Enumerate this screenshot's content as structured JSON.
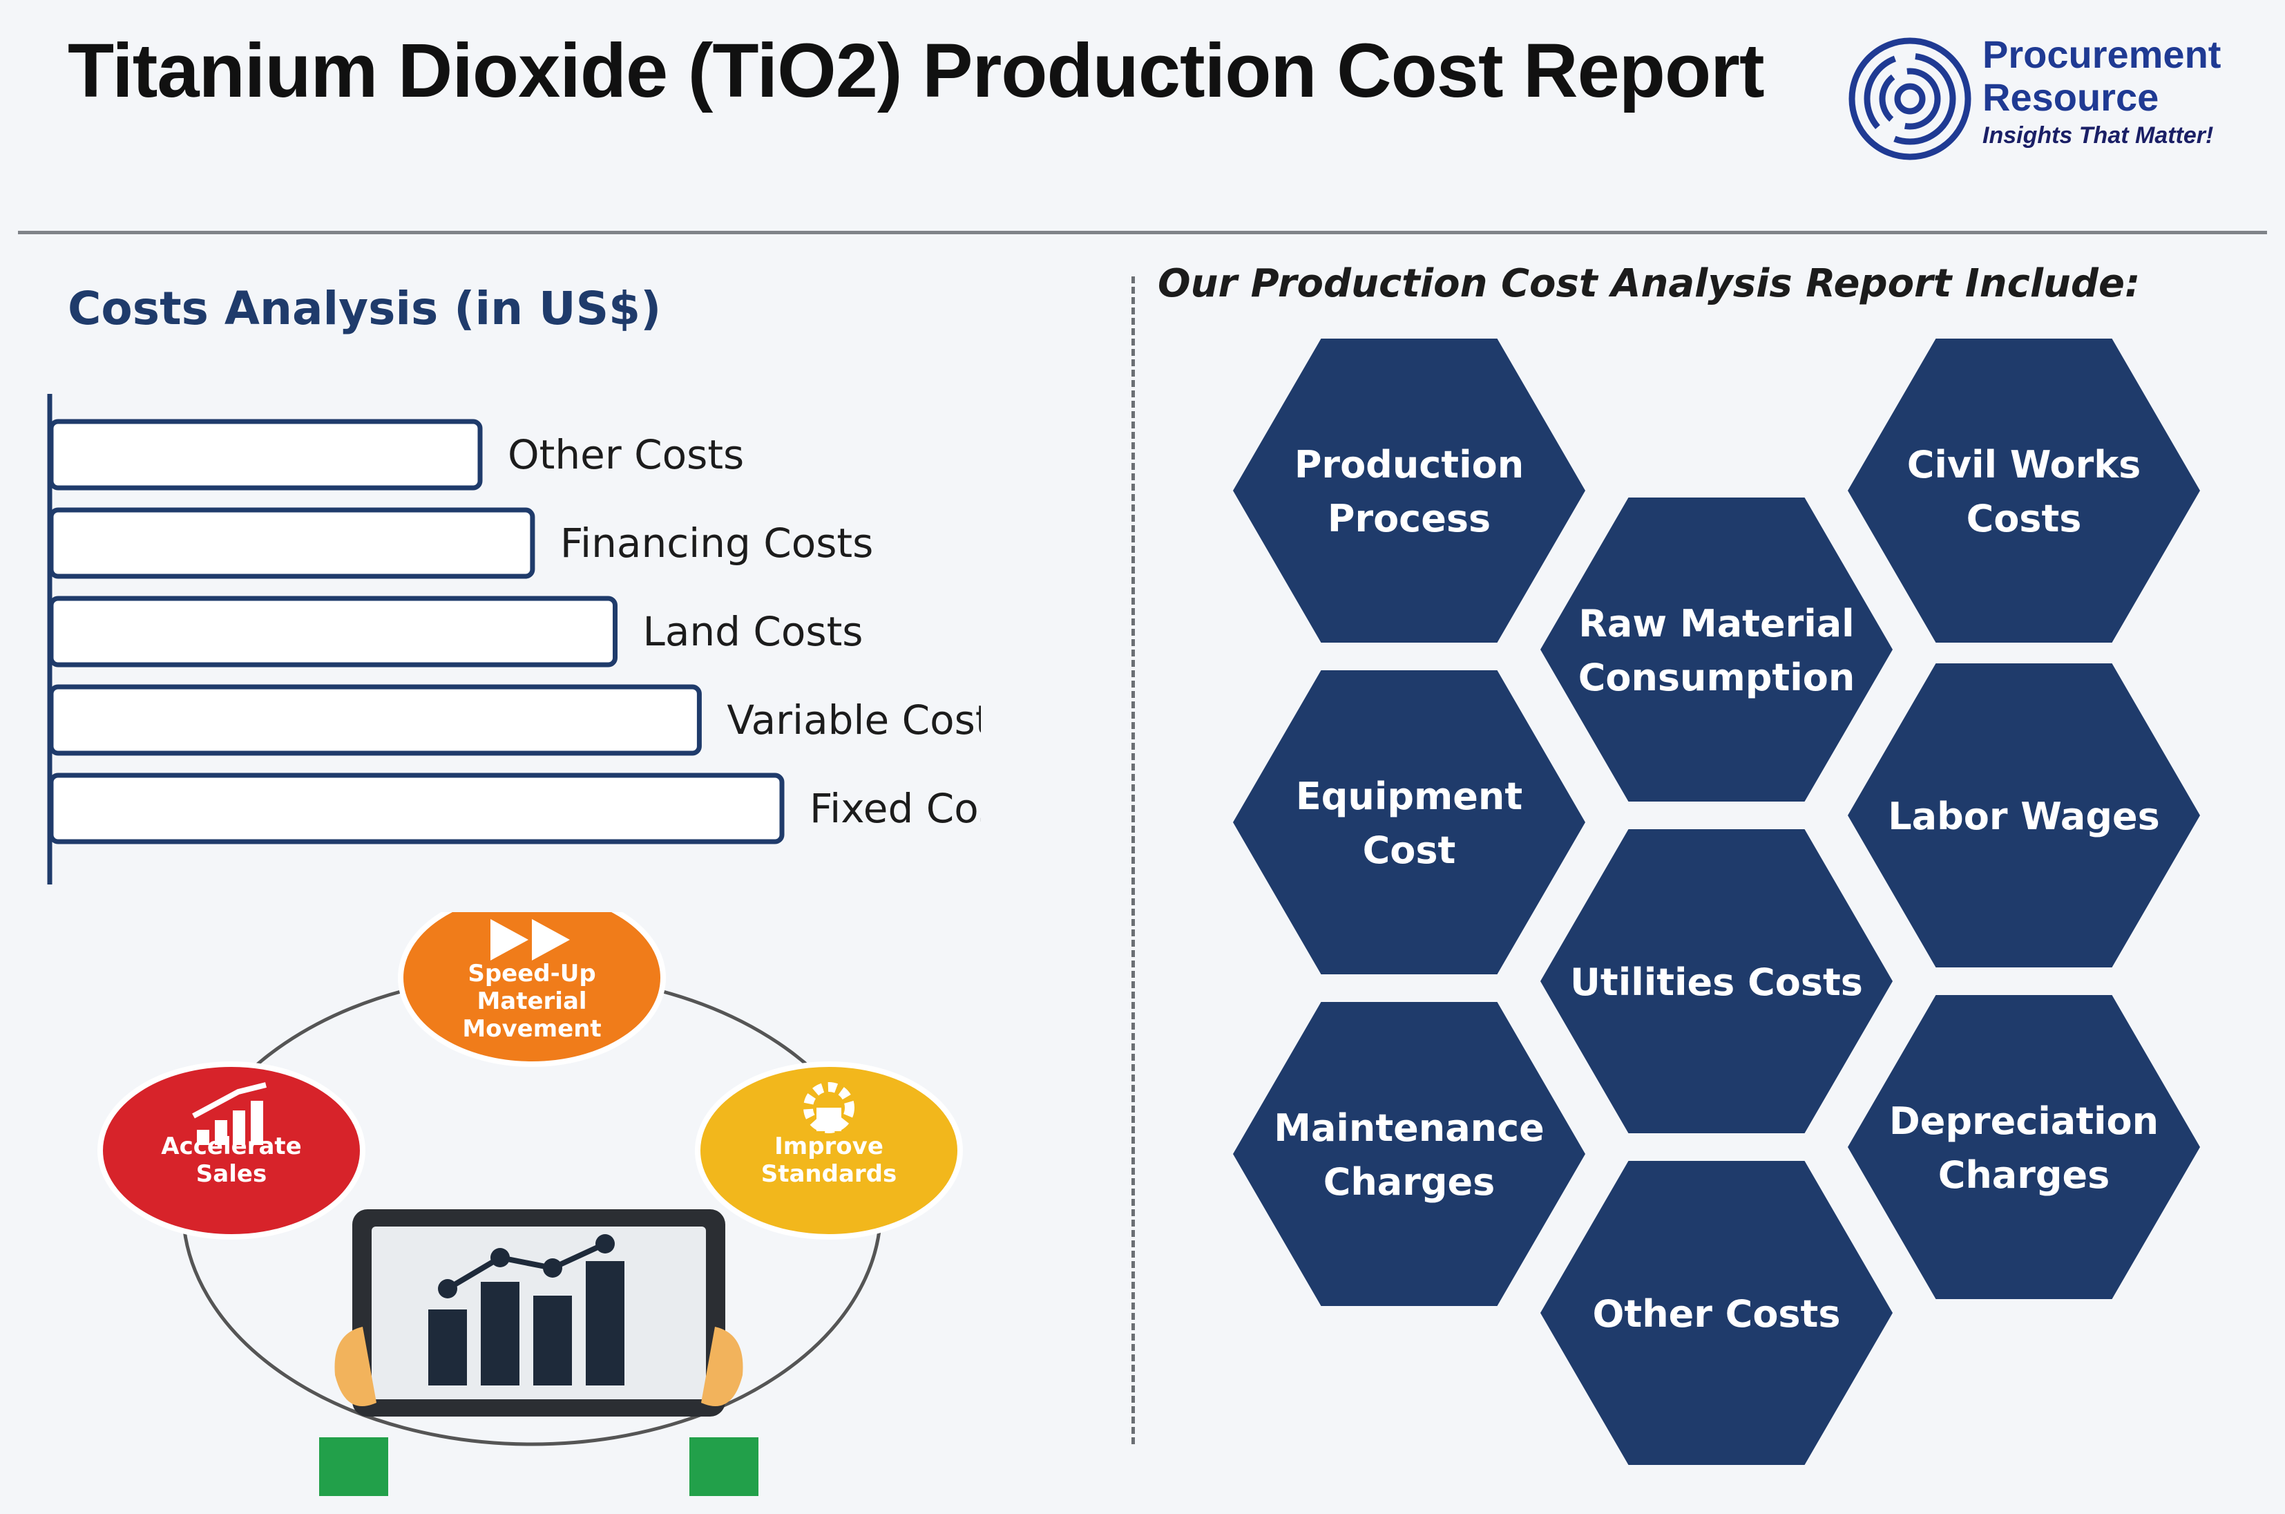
{
  "header": {
    "title": "Titanium Dioxide (TiO2) Production Cost Report",
    "logo": {
      "line1": "Procurement",
      "line2": "Resource",
      "tagline": "Insights That Matter!",
      "color": "#1f3a93"
    }
  },
  "costs_section": {
    "title": "Costs Analysis (in US$)"
  },
  "chart_data": {
    "type": "bar",
    "orientation": "horizontal",
    "title": "Costs Analysis (in US$)",
    "categories": [
      "Other Costs",
      "Financing Costs",
      "Land Costs",
      "Variable Costs",
      "Fixed Costs"
    ],
    "values": [
      270,
      303,
      355,
      408,
      460
    ],
    "grid": false,
    "bar_fill": "#ffffff",
    "bar_outline": "#1f3b6b"
  },
  "report_section": {
    "title": "Our Production Cost Analysis Report Include:",
    "hex_color": "#1f3b6b",
    "items": [
      {
        "line1": "Production",
        "line2": "Process"
      },
      {
        "line1": "Civil Works",
        "line2": "Costs"
      },
      {
        "line1": "Raw Material",
        "line2": "Consumption"
      },
      {
        "line1": "Equipment",
        "line2": "Cost"
      },
      {
        "line1": "Labor Wages",
        "line2": ""
      },
      {
        "line1": "Utilities Costs",
        "line2": ""
      },
      {
        "line1": "Maintenance",
        "line2": "Charges"
      },
      {
        "line1": "Depreciation",
        "line2": "Charges"
      },
      {
        "line1": "Other Costs",
        "line2": ""
      }
    ]
  },
  "infographic": {
    "circles": [
      {
        "line1": "Speed-Up",
        "line2": "Material",
        "line3": "Movement",
        "color": "#f07c1a",
        "icon": "fast-forward-icon"
      },
      {
        "line1": "Accelerate",
        "line2": "Sales",
        "line3": "",
        "color": "#d7232a",
        "icon": "growth-chart-icon"
      },
      {
        "line1": "Improve",
        "line2": "Standards",
        "line3": "",
        "color": "#f2b71c",
        "icon": "gear-house-icon"
      }
    ]
  }
}
